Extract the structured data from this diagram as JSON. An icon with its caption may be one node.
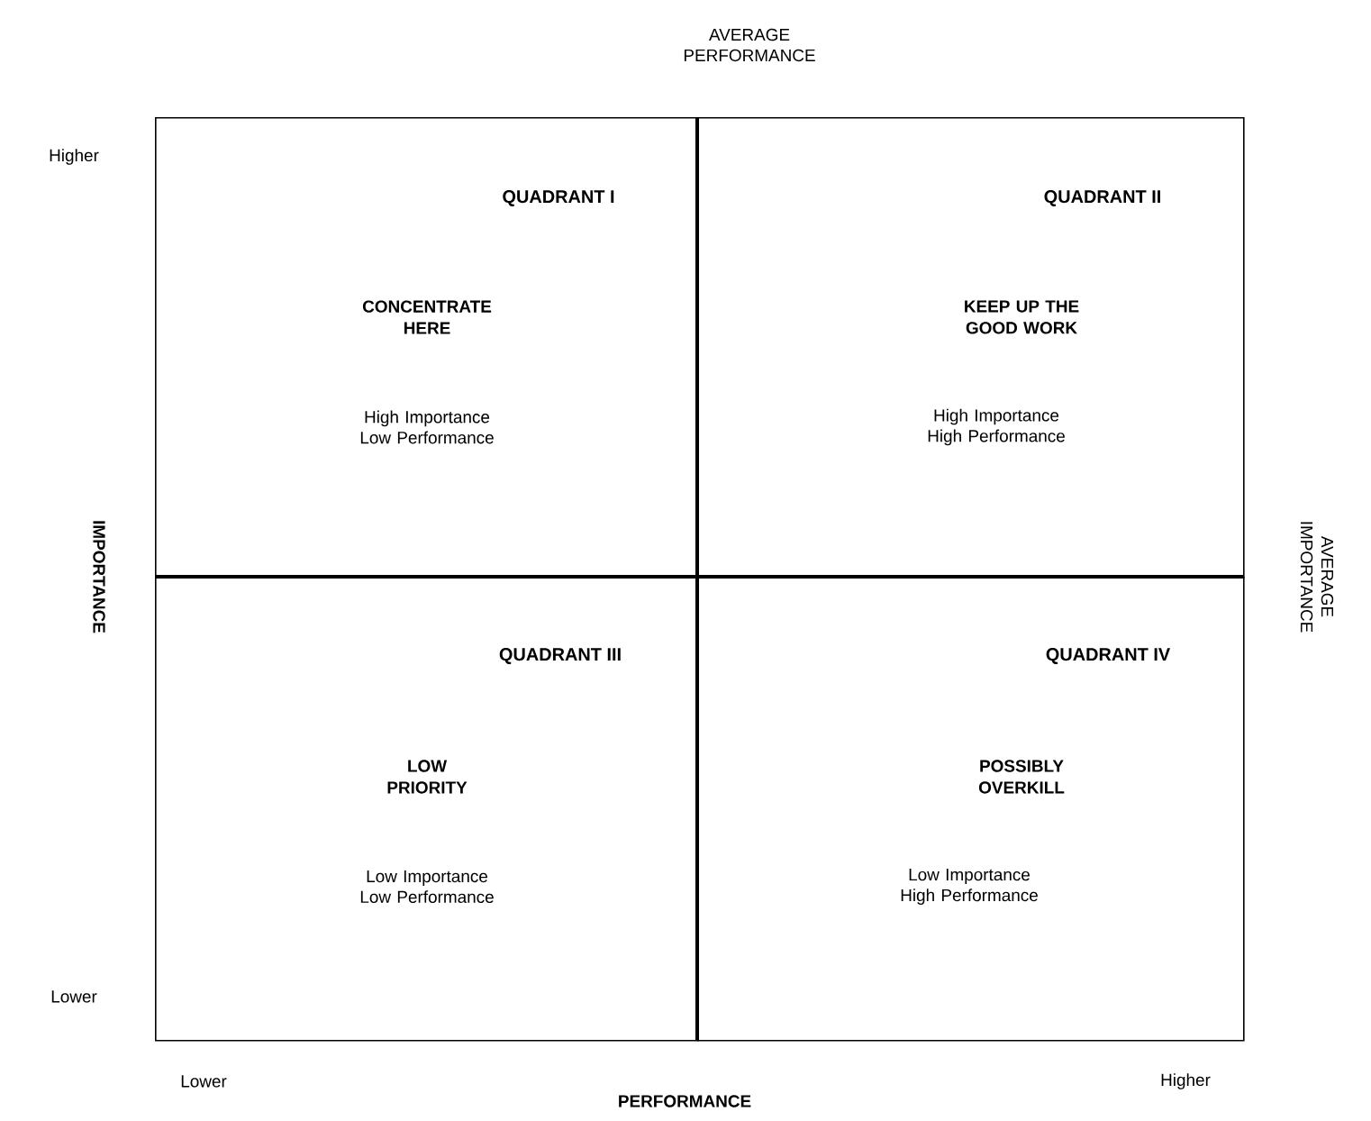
{
  "diagram": {
    "nodes": [
      {
        "text": [
          "QUADRANT I",
          "CONCENTRATE HERE",
          "High Importance Low Performance"
        ]
      },
      {
        "text": [
          "QUADRANT II",
          "KEEP UP THE GOOD WORK",
          "High Importance High Performance"
        ]
      },
      {
        "text": [
          "QUADRANT III",
          "LOW PRIORITY",
          "Low Importance Low Performance"
        ]
      },
      {
        "text": [
          "QUADRANT IV",
          "POSSIBLY OVERKILL",
          "Low Importance High Performance"
        ]
      }
    ],
    "labels": [
      "AVERAGE PERFORMANCE",
      "Higher",
      "IMPORTANCE",
      "AVERAGE IMPORTANCE",
      "Lower",
      "Lower",
      "PERFORMANCE",
      "Higher"
    ]
  }
}
